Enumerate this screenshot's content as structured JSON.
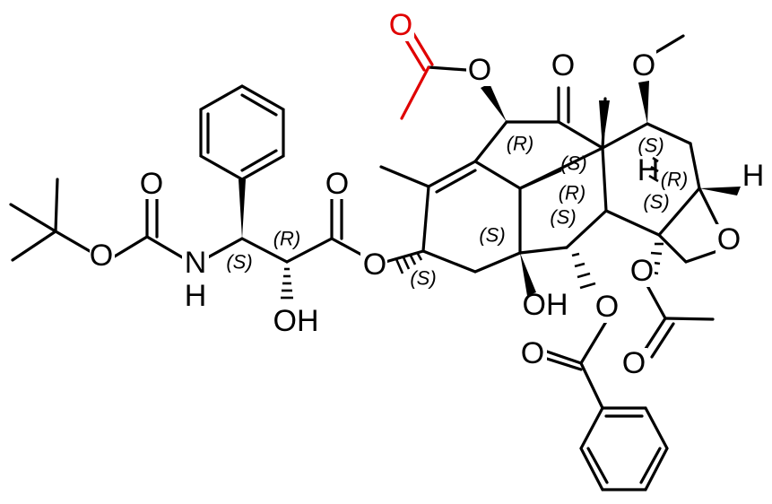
{
  "atoms": {
    "o_acetyl_carbonyl": "O",
    "o_acetyl_ester": "O",
    "o_ketone": "O",
    "o_methoxy": "O",
    "o_boc_carbonyl": "O",
    "o_boc_ester": "O",
    "nh_n": "N",
    "nh_h": "H",
    "oh_sidechain": "OH",
    "o_ester_carbonyl": "O",
    "o_ester_link": "O",
    "oh_core": "OH",
    "o_benzoate_ester": "O",
    "o_benzoate_carbonyl": "O",
    "o_acetate_ester": "O",
    "o_acetate_carbonyl": "O",
    "o_oxetane": "O",
    "h_ring_junction": "H",
    "h_stereo_label": "H"
  },
  "stereo": {
    "s_amine": "(S)",
    "r_hydroxy": "(R)",
    "s_ester": "(S)",
    "r_acetoxy": "(R)",
    "s_top": "(S)",
    "r_mid": "(R)",
    "s_mid": "(S)",
    "s_core": "(S)",
    "s_methoxy": "(S)",
    "r_junction": "(R)",
    "s_oxetane": "(S)"
  },
  "colors": {
    "bond": "#000000",
    "highlight": "#e00000",
    "background": "#ffffff"
  }
}
